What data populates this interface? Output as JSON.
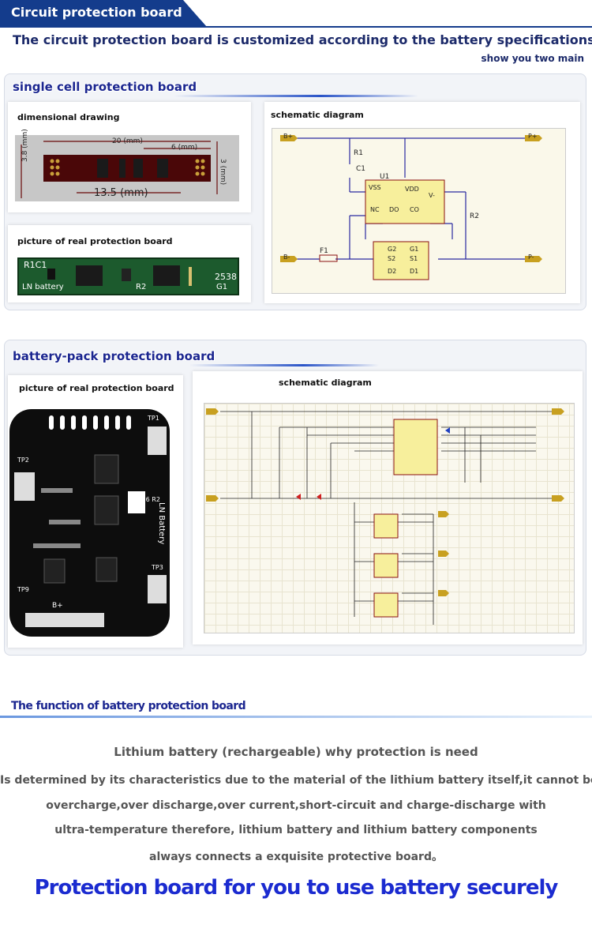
{
  "header": {
    "banner": "Circuit protection board",
    "intro": "The circuit protection board is customized according to the battery specifications",
    "subline": "show you two main"
  },
  "single": {
    "title": "single cell protection board",
    "dim_caption": "dimensional drawing",
    "schem_caption": "schematic diagram",
    "real_caption": "picture of real protection board",
    "dims": {
      "w20": "20 (mm)",
      "w6": "6 (mm)",
      "h38": "3.8 (mm)",
      "h3": "3 (mm)",
      "w135": "13.5 (mm)"
    },
    "pcb_labels": {
      "r1c1": "R1C1",
      "ln": "LN battery",
      "r2": "R2",
      "num": "2538",
      "g1": "G1"
    },
    "schem_labels": {
      "bplus": "B+",
      "pplus": "P+",
      "bminus": "B-",
      "pminus": "P-",
      "r1": "R1",
      "c1": "C1",
      "u1": "U1",
      "r2": "R2",
      "f1": "F1",
      "vss": "VSS",
      "vdd": "VDD",
      "nc": "NC",
      "vminus": "V-",
      "do": "DO",
      "co": "CO",
      "g2": "G2",
      "s2": "S2",
      "d2": "D2",
      "g1": "G1",
      "s1": "S1",
      "d1": "D1"
    }
  },
  "pack": {
    "title": "battery-pack protection board",
    "real_caption": "picture of real protection board",
    "schem_caption": "schematic diagram",
    "pcb_labels": {
      "tp1": "TP1",
      "tp2": "TP2",
      "tp3": "TP3",
      "tp9": "TP9",
      "bplus": "B+",
      "brand": "LN Battery",
      "c16": "C16 R2"
    }
  },
  "function": {
    "title": "The function of battery protection board",
    "lines": [
      "Lithium battery (rechargeable) why protection is need",
      "Is determined by its characteristics due to the material of the lithium battery itself,it cannot be",
      "overcharge,over discharge,over current,short-circuit and charge-discharge with",
      "ultra-temperature therefore, lithium battery and lithium battery components",
      "always connects a exquisite protective board。"
    ],
    "slogan": "Protection board for you to use battery securely"
  }
}
